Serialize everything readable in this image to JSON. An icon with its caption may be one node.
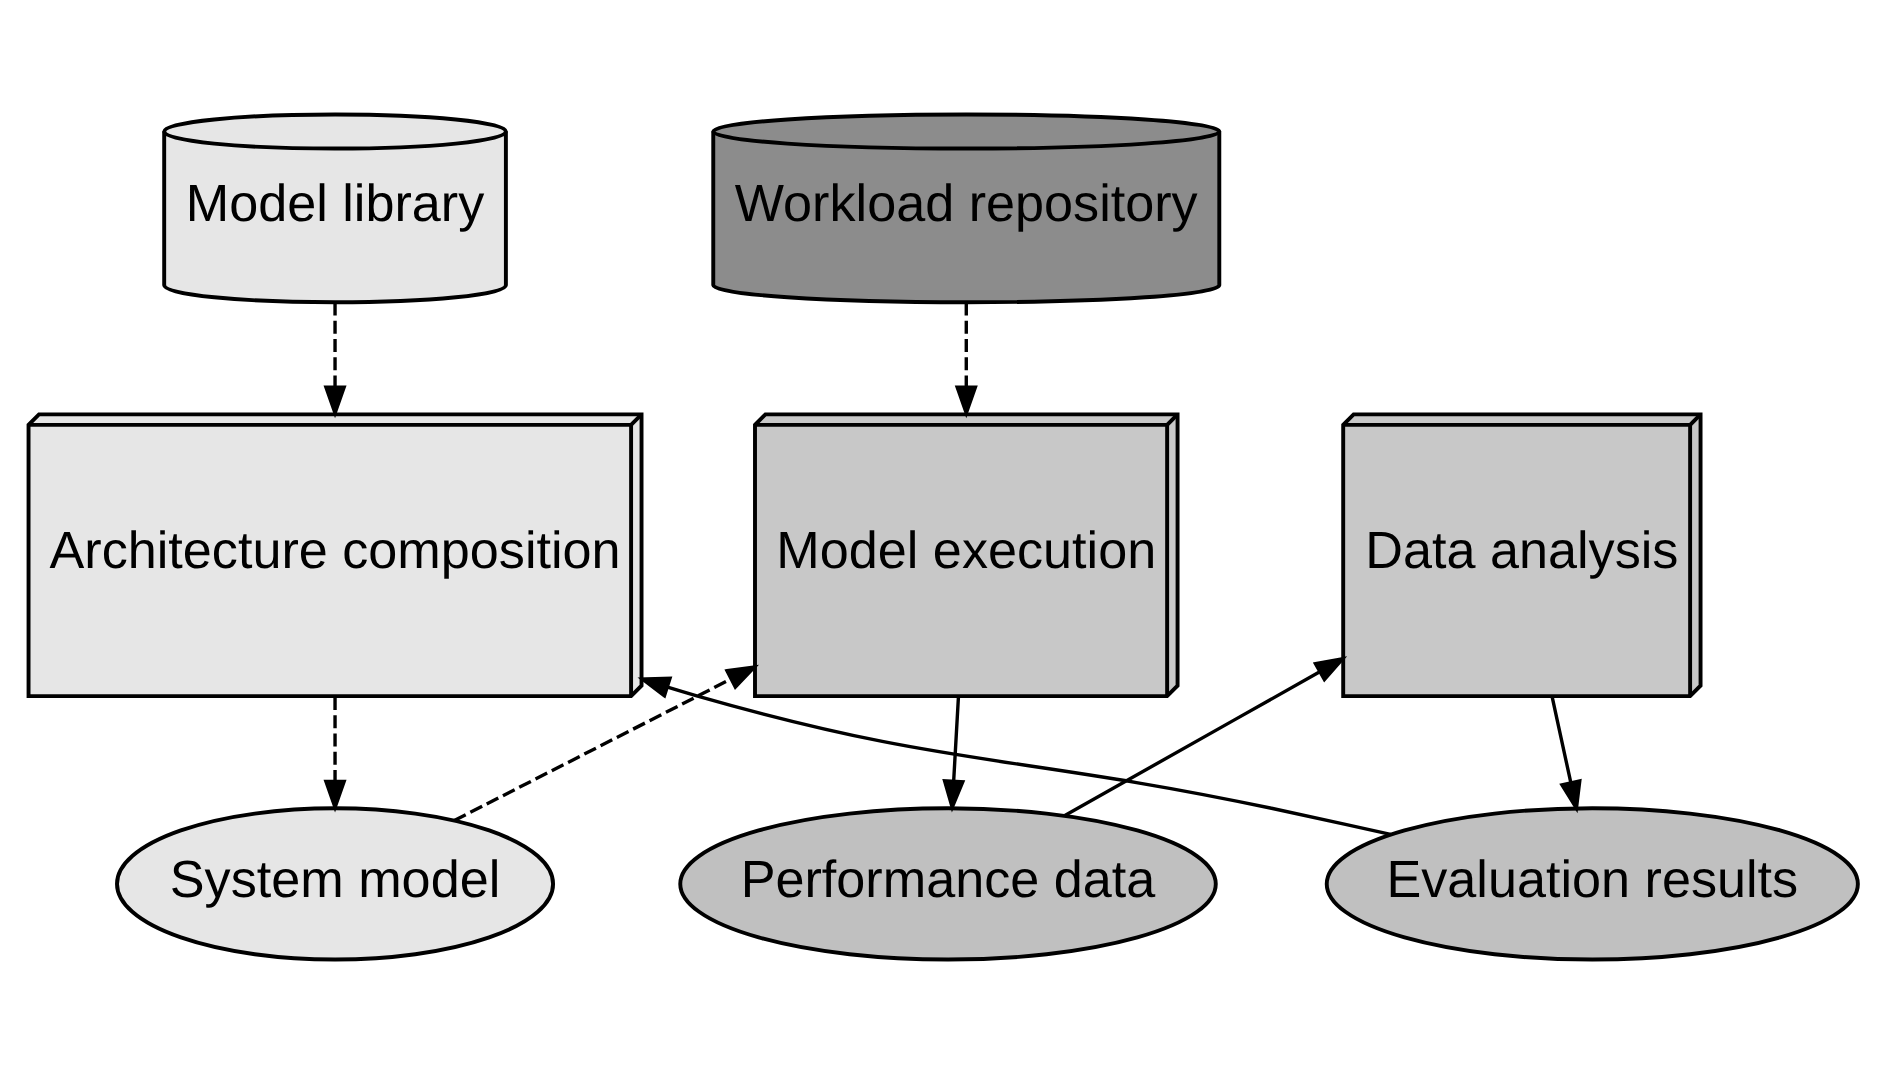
{
  "diagram": {
    "nodes": [
      {
        "text": [
          "Model library"
        ]
      },
      {
        "text": [
          "Workload repository"
        ]
      },
      {
        "text": [
          "Architecture composition"
        ]
      },
      {
        "text": [
          "Model execution"
        ]
      },
      {
        "text": [
          "Data analysis"
        ]
      },
      {
        "text": [
          "System model"
        ]
      },
      {
        "text": [
          "Performance data"
        ]
      },
      {
        "text": [
          "Evaluation results"
        ]
      }
    ],
    "edges": [
      {
        "from": 0,
        "to": 2,
        "arrow": "to",
        "style": "dashed"
      },
      {
        "from": 1,
        "to": 3,
        "arrow": "to",
        "style": "dashed"
      },
      {
        "from": 2,
        "to": 5,
        "arrow": "to",
        "style": "dashed"
      },
      {
        "from": 5,
        "to": 3,
        "arrow": "to",
        "style": "dashed"
      },
      {
        "from": 3,
        "to": 6,
        "arrow": "to"
      },
      {
        "from": 6,
        "to": 4,
        "arrow": "to"
      },
      {
        "from": 4,
        "to": 7,
        "arrow": "to"
      },
      {
        "from": 7,
        "to": 2,
        "arrow": "to"
      }
    ]
  }
}
